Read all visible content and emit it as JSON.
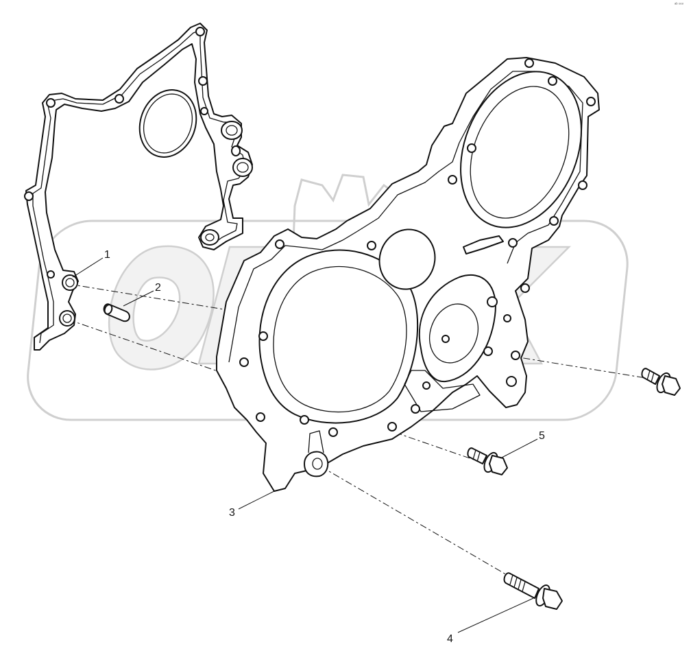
{
  "diagram": {
    "type": "exploded parts diagram",
    "corner_mark": "ᵃᵇ ᵒᵒᵒ",
    "watermark_text": "OPEX",
    "callouts": [
      {
        "id": "1",
        "label": "1"
      },
      {
        "id": "2",
        "label": "2"
      },
      {
        "id": "3",
        "label": "3"
      },
      {
        "id": "4",
        "label": "4"
      },
      {
        "id": "5",
        "label": "5"
      }
    ],
    "colors": {
      "line": "#111111",
      "watermark": "#cfcfcf",
      "background": "#ffffff"
    }
  }
}
